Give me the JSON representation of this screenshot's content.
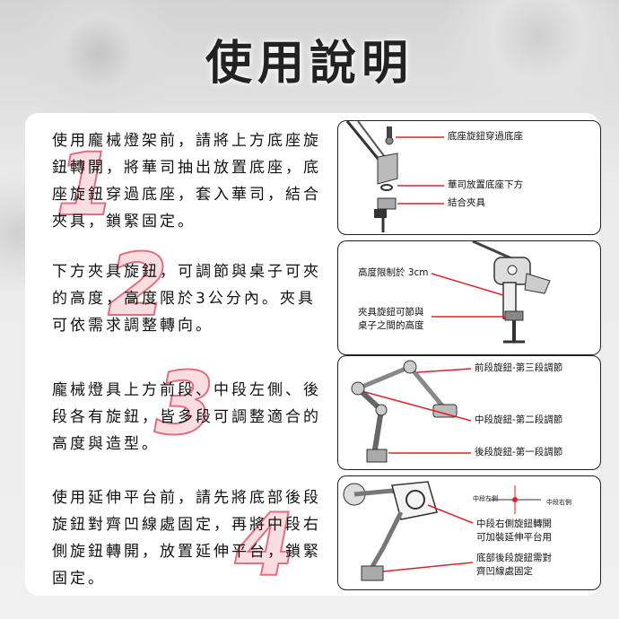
{
  "title": "使用說明",
  "steps": [
    {
      "number": "1",
      "text": "使用龐械燈架前，請將上方底座旋鈕轉開，將華司抽出放置底座，底座旋鈕穿過底座，套入華司，結合夾具，鎖緊固定。",
      "labels": [
        "底座旋鈕穿過底座",
        "華司放置底座下方",
        "結合夾具"
      ]
    },
    {
      "number": "2",
      "text": "下方夾具旋鈕，可調節與桌子可夾的高度，高度限於3公分內。夾具可依需求調整轉向。",
      "labels": [
        "高度限制於 3cm",
        "夾具旋鈕可節與",
        "桌子之間的高度"
      ]
    },
    {
      "number": "3",
      "text": "龐械燈具上方前段、中段左側、後段各有旋鈕，皆多段可調整適合的高度與造型。",
      "labels": [
        "前段旋鈕-第三段調節",
        "中段旋鈕-第二段調節",
        "後段旋鈕-第一段調節"
      ]
    },
    {
      "number": "4",
      "text": "使用延伸平台前，請先將底部後段旋鈕對齊凹線處固定，再將中段右側旋鈕轉開，放置延伸平台，鎖緊固定。",
      "labels": [
        "中段左側",
        "中段右側",
        "中段右側旋鈕轉開",
        "可加裝延伸平台用",
        "底部後段旋鈕需對",
        "齊凹線處固定"
      ]
    }
  ],
  "colors": {
    "accent": "#e0202a",
    "number": "#f09aa4",
    "text": "#111111"
  }
}
